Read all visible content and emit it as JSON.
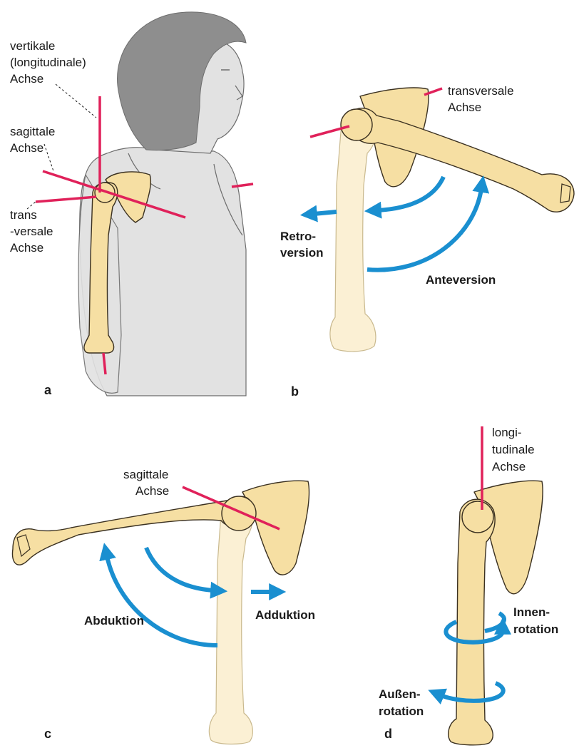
{
  "panels": {
    "a": {
      "letter": "a",
      "vertical_axis_label": [
        "vertikale",
        "(longitudinale)",
        "Achse"
      ],
      "sagittal_axis_label": [
        "sagittale",
        "Achse"
      ],
      "transversal_axis_label": [
        "trans",
        "-versale",
        "Achse"
      ]
    },
    "b": {
      "letter": "b",
      "axis_label": [
        "transversale",
        "Achse"
      ],
      "retroversion_label": [
        "Retro-",
        "version"
      ],
      "anteversion_label": "Anteversion"
    },
    "c": {
      "letter": "c",
      "axis_label": [
        "sagittale",
        "Achse"
      ],
      "abduktion_label": "Abduktion",
      "adduktion_label": "Adduktion"
    },
    "d": {
      "letter": "d",
      "axis_label": [
        "longi-",
        "tudinale",
        "Achse"
      ],
      "innenrotation_label": [
        "Innen-",
        "rotation"
      ],
      "aussenrotation_label": [
        "Außen-",
        "rotation"
      ]
    }
  },
  "colors": {
    "axis": "#e0215a",
    "movement_arrow": "#1a8fd0",
    "bone": "#f6dfa3",
    "body": "#e2e2e2",
    "hair": "#8e8e8e"
  }
}
